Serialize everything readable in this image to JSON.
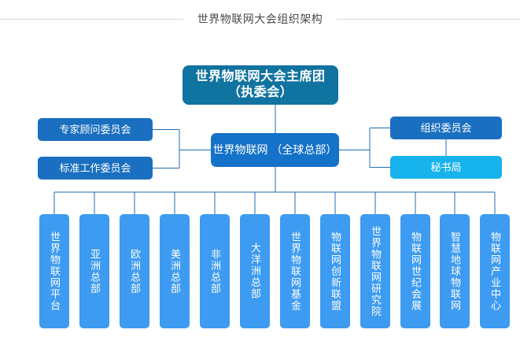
{
  "header": {
    "title": "世界物联网大会组织架构"
  },
  "colors": {
    "chairman": "#11739f",
    "headquarters": "#1472c8",
    "committee": "#1a6fc0",
    "secretariat": "#17b3ec",
    "department": "#3d9bf1",
    "connector": "#1f6fb4",
    "background": "#ffffff",
    "header_text": "#4a4a4a",
    "header_rule": "#d8d8d8"
  },
  "chart": {
    "chairman": {
      "line1": "世界物联网大会主席团",
      "line2": "（执委会）"
    },
    "headquarters": {
      "line1": "世界物联网",
      "line2": "（全球总部）"
    },
    "left_committees": [
      {
        "label": "专家顾问委员会"
      },
      {
        "label": "标准工作委员会"
      }
    ],
    "right_committees": [
      {
        "label": "组织委员会"
      },
      {
        "label": "秘书局"
      }
    ],
    "departments": [
      {
        "label": "世界物联网平台"
      },
      {
        "label": "亚洲总部"
      },
      {
        "label": "欧洲总部"
      },
      {
        "label": "美洲总部"
      },
      {
        "label": "非洲总部"
      },
      {
        "label": "大洋洲总部"
      },
      {
        "label": "世界物联网基金"
      },
      {
        "label": "物联网创新联盟"
      },
      {
        "label": "世界物联网研究院"
      },
      {
        "label": "物联网世纪会展"
      },
      {
        "label": "智慧地球物联网"
      },
      {
        "label": "物联网产业中心"
      }
    ]
  }
}
